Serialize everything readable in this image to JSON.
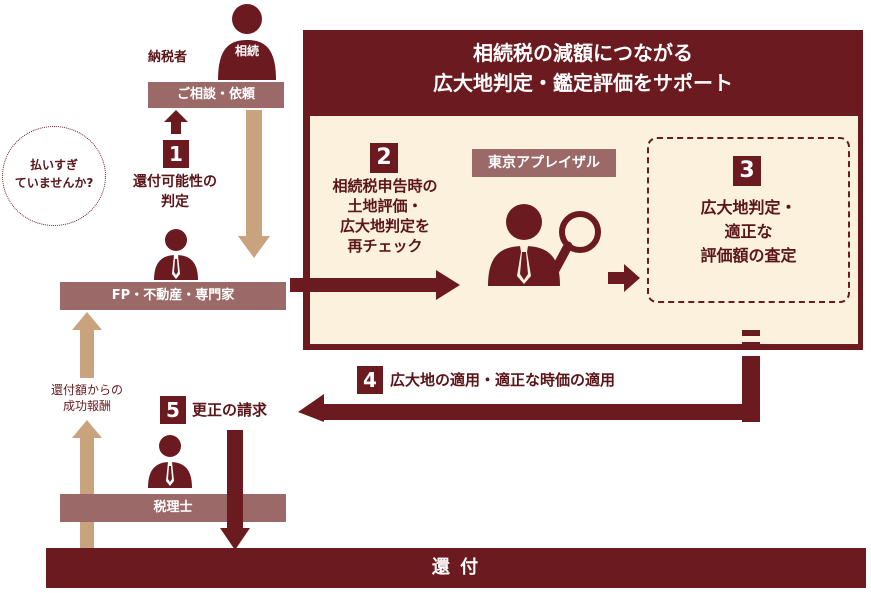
{
  "panel": {
    "title_line1": "相続税の減額につながる",
    "title_line2": "広大地判定・鑑定評価をサポート",
    "company_label": "東京アプレイザル"
  },
  "taxpayer": {
    "name": "納税者",
    "head_badge": "相続",
    "request_label": "ご相談・依頼"
  },
  "bubble": {
    "line1": "払いすぎ",
    "line2": "ていませんか?"
  },
  "steps": [
    {
      "num": "1",
      "lines": [
        "還付可能性の",
        "判定"
      ]
    },
    {
      "num": "2",
      "lines": [
        "相続税申告時の",
        "土地評価・",
        "広大地判定を",
        "再チェック"
      ]
    },
    {
      "num": "3",
      "lines": [
        "広大地判定・",
        "適正な",
        "評価額の査定"
      ]
    },
    {
      "num": "4",
      "lines": [
        "広大地の適用・適正な時価の適用"
      ]
    },
    {
      "num": "5",
      "lines": [
        "更正の請求"
      ]
    }
  ],
  "fp_label": "FP・不動産・専門家",
  "fee_label": {
    "line1": "還付額からの",
    "line2": "成功報酬"
  },
  "tax_accountant_label": "税理士",
  "refund_label": "還 付",
  "colors": {
    "maroon": "#6b1a1f",
    "rose": "#9b6a68",
    "tan": "#c9a27e",
    "cream": "#fcf1dc"
  }
}
